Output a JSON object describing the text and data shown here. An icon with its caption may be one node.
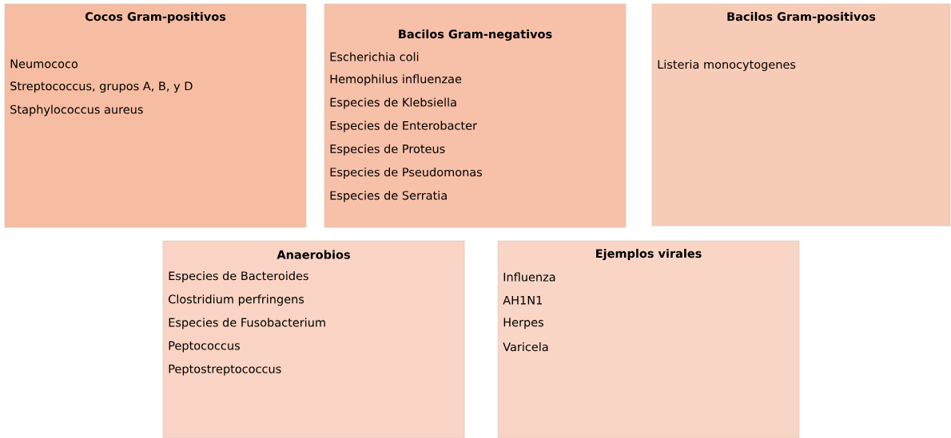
{
  "diagram": {
    "nodes": [
      {
        "text": [
          "Cocos Gram-positivos",
          "Neumococo",
          "Streptococcus, grupos A, B, y D",
          "Staphylococcus aureus"
        ]
      },
      {
        "text": [
          "Bacilos Gram-negativos",
          "Escherichia coli",
          "Hemophilus influenzae",
          "Especies de Klebsiella",
          "Especies de Enterobacter",
          "Especies de Proteus",
          "Especies de Pseudomonas",
          "Especies de Serratia"
        ]
      },
      {
        "text": [
          "Bacilos Gram-positivos",
          "Listeria monocytogenes"
        ]
      },
      {
        "text": [
          "Anaerobios",
          "Especies de Bacteroides",
          "Clostridium perfringens",
          "Especies de Fusobacterium",
          "Peptococcus",
          "Peptostreptococcus"
        ]
      },
      {
        "text": [
          "Ejemplos virales",
          "Influenza",
          "AH1N1",
          "Herpes",
          "Varicela"
        ]
      }
    ]
  }
}
